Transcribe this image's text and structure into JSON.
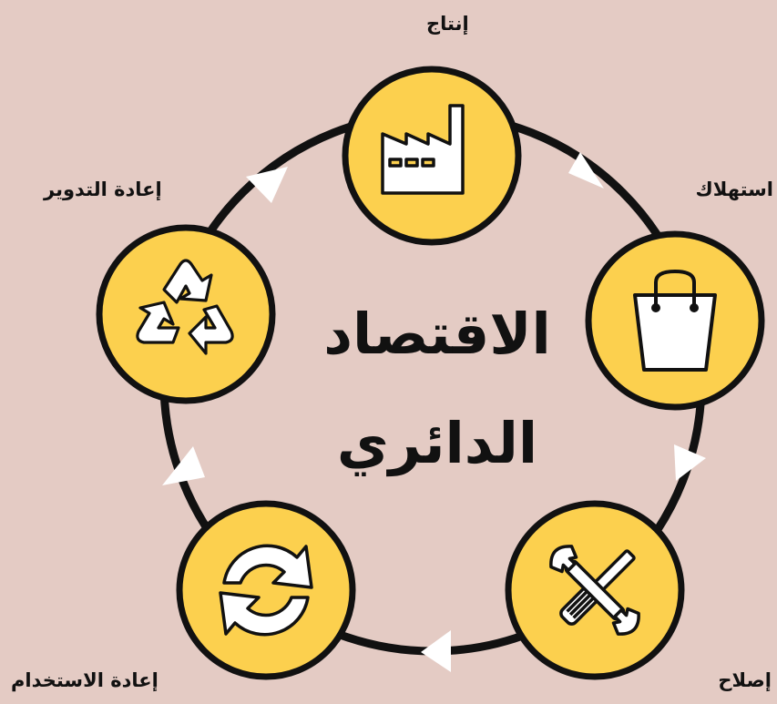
{
  "diagram": {
    "title_line1": "الاقتصاد",
    "title_line2": "الدائري",
    "stages": [
      {
        "label": "إنتاج",
        "icon": "factory-icon"
      },
      {
        "label": "استهلاك",
        "icon": "shopping-bag-icon"
      },
      {
        "label": "إصلاح",
        "icon": "wrench-screwdriver-icon"
      },
      {
        "label": "إعادة الاستخدام",
        "icon": "refresh-arrows-icon"
      },
      {
        "label": "إعادة التدوير",
        "icon": "recycle-icon"
      }
    ],
    "colors": {
      "background": "#e4cbc4",
      "node_fill": "#fcd04e",
      "outline": "#111111",
      "arrow": "#ffffff"
    }
  }
}
